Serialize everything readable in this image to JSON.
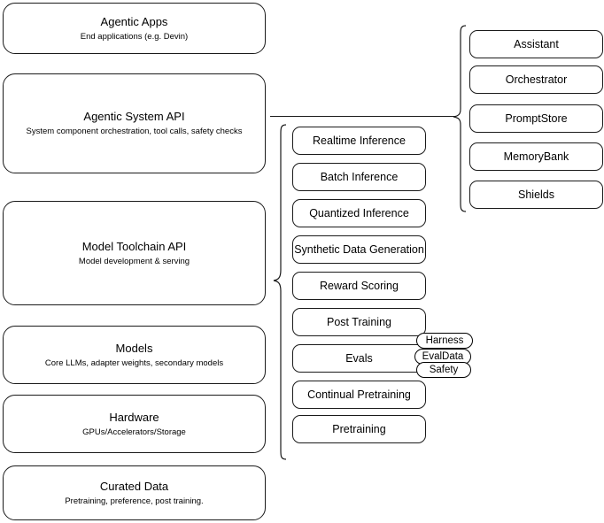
{
  "diagram": {
    "type": "layered-architecture-diagram",
    "background_color": "#ffffff",
    "stroke_color": "#1a1a1a"
  },
  "layers": [
    {
      "title": "Agentic Apps",
      "subtitle": "End applications (e.g. Devin)"
    },
    {
      "title": "Agentic System API",
      "subtitle": "System component orchestration, tool calls, safety checks"
    },
    {
      "title": "Model Toolchain API",
      "subtitle": "Model development & serving"
    },
    {
      "title": "Models",
      "subtitle": "Core LLMs, adapter weights, secondary models"
    },
    {
      "title": "Hardware",
      "subtitle": "GPUs/Accelerators/Storage"
    },
    {
      "title": "Curated Data",
      "subtitle": "Pretraining, preference, post training."
    }
  ],
  "toolchain_components": [
    {
      "label": "Realtime Inference"
    },
    {
      "label": "Batch Inference"
    },
    {
      "label": "Quantized Inference"
    },
    {
      "label": "Synthetic Data Generation"
    },
    {
      "label": "Reward Scoring"
    },
    {
      "label": "Post Training"
    },
    {
      "label": "Evals"
    },
    {
      "label": "Continual Pretraining"
    },
    {
      "label": "Pretraining"
    }
  ],
  "eval_badges": [
    {
      "label": "Harness"
    },
    {
      "label": "EvalData"
    },
    {
      "label": "Safety"
    }
  ],
  "agentic_components": [
    {
      "label": "Assistant"
    },
    {
      "label": "Orchestrator"
    },
    {
      "label": "PromptStore"
    },
    {
      "label": "MemoryBank"
    },
    {
      "label": "Shields"
    }
  ]
}
